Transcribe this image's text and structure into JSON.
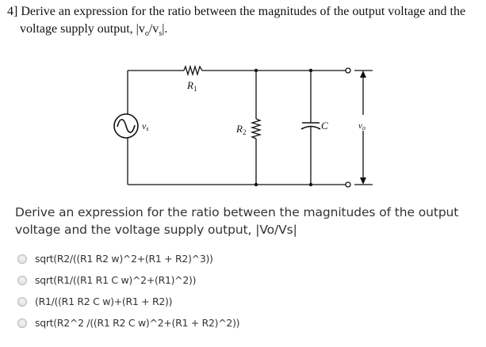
{
  "problem": {
    "number": "4]",
    "line1": "4] Derive an expression for the ratio between the magnitudes of the output voltage and the",
    "line2": "voltage supply output, |v",
    "line2_sub_o": "o",
    "line2_mid": "/v",
    "line2_sub_s": "s",
    "line2_end": "|."
  },
  "circuit": {
    "labels": {
      "r1_main": "R",
      "r1_sub": "1",
      "r2_main": "R",
      "r2_sub": "2",
      "c": "C",
      "vs_main": "v",
      "vs_sub": "s",
      "vo_main": "v",
      "vo_sub": "o"
    },
    "components": [
      "ac-voltage-source",
      "resistor-R1",
      "resistor-R2",
      "capacitor-C",
      "output-terminals"
    ]
  },
  "question": {
    "text": "Derive an expression for the ratio between the magnitudes of the output voltage and the voltage supply output, |Vo/Vs|"
  },
  "options": [
    {
      "label": "sqrt(R2/((R1 R2 w)^2+(R1 + R2)^3))",
      "selected": false
    },
    {
      "label": "sqrt(R1/((R1 R1 C w)^2+(R1)^2))",
      "selected": false
    },
    {
      "label": "(R1/((R1 R2 C w)+(R1 + R2))",
      "selected": false
    },
    {
      "label": "sqrt(R2^2 /((R1 R2 C w)^2+(R1 + R2)^2))",
      "selected": false
    }
  ]
}
